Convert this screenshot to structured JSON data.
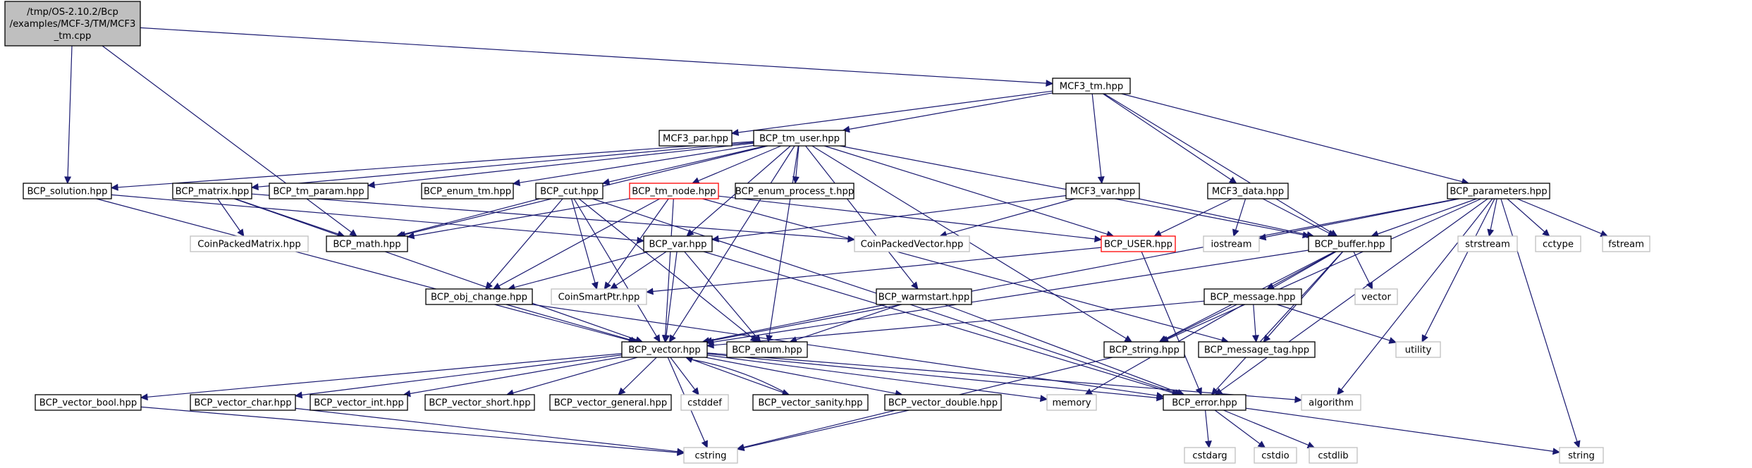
{
  "diagram": {
    "nodes": [
      {
        "id": "root",
        "lines": [
          "/tmp/OS-2.10.2/Bcp",
          "/examples/MCF-3/TM/MCF3",
          "_tm.cpp"
        ],
        "style": "root"
      },
      {
        "id": "mcf3_tm",
        "lines": [
          "MCF3_tm.hpp"
        ],
        "style": "normal"
      },
      {
        "id": "mcf3_par",
        "lines": [
          "MCF3_par.hpp"
        ],
        "style": "normal"
      },
      {
        "id": "bcp_tm_user",
        "lines": [
          "BCP_tm_user.hpp"
        ],
        "style": "normal"
      },
      {
        "id": "bcp_solution",
        "lines": [
          "BCP_solution.hpp"
        ],
        "style": "normal"
      },
      {
        "id": "bcp_matrix",
        "lines": [
          "BCP_matrix.hpp"
        ],
        "style": "normal"
      },
      {
        "id": "bcp_tm_param",
        "lines": [
          "BCP_tm_param.hpp"
        ],
        "style": "normal"
      },
      {
        "id": "bcp_enum_tm",
        "lines": [
          "BCP_enum_tm.hpp"
        ],
        "style": "normal"
      },
      {
        "id": "bcp_cut",
        "lines": [
          "BCP_cut.hpp"
        ],
        "style": "normal"
      },
      {
        "id": "bcp_tm_node",
        "lines": [
          "BCP_tm_node.hpp"
        ],
        "style": "red"
      },
      {
        "id": "bcp_enum_process_t",
        "lines": [
          "BCP_enum_process_t.hpp"
        ],
        "style": "normal"
      },
      {
        "id": "mcf3_var",
        "lines": [
          "MCF3_var.hpp"
        ],
        "style": "normal"
      },
      {
        "id": "mcf3_data",
        "lines": [
          "MCF3_data.hpp"
        ],
        "style": "normal"
      },
      {
        "id": "bcp_parameters",
        "lines": [
          "BCP_parameters.hpp"
        ],
        "style": "normal"
      },
      {
        "id": "coin_packed_matrix",
        "lines": [
          "CoinPackedMatrix.hpp"
        ],
        "style": "ext"
      },
      {
        "id": "bcp_math",
        "lines": [
          "BCP_math.hpp"
        ],
        "style": "normal"
      },
      {
        "id": "coin_packed_vector",
        "lines": [
          "CoinPackedVector.hpp"
        ],
        "style": "ext"
      },
      {
        "id": "bcp_var",
        "lines": [
          "BCP_var.hpp"
        ],
        "style": "normal"
      },
      {
        "id": "bcp_user",
        "lines": [
          "BCP_USER.hpp"
        ],
        "style": "red"
      },
      {
        "id": "iostream",
        "lines": [
          "iostream"
        ],
        "style": "ext"
      },
      {
        "id": "bcp_buffer",
        "lines": [
          "BCP_buffer.hpp"
        ],
        "style": "normal"
      },
      {
        "id": "strstream",
        "lines": [
          "strstream"
        ],
        "style": "ext"
      },
      {
        "id": "cctype",
        "lines": [
          "cctype"
        ],
        "style": "ext"
      },
      {
        "id": "fstream",
        "lines": [
          "fstream"
        ],
        "style": "ext"
      },
      {
        "id": "bcp_obj_change",
        "lines": [
          "BCP_obj_change.hpp"
        ],
        "style": "normal"
      },
      {
        "id": "coin_smart_ptr",
        "lines": [
          "CoinSmartPtr.hpp"
        ],
        "style": "ext"
      },
      {
        "id": "bcp_warmstart",
        "lines": [
          "BCP_warmstart.hpp"
        ],
        "style": "normal"
      },
      {
        "id": "bcp_message",
        "lines": [
          "BCP_message.hpp"
        ],
        "style": "normal"
      },
      {
        "id": "vector",
        "lines": [
          "vector"
        ],
        "style": "ext"
      },
      {
        "id": "bcp_vector",
        "lines": [
          "BCP_vector.hpp"
        ],
        "style": "normal"
      },
      {
        "id": "bcp_enum",
        "lines": [
          "BCP_enum.hpp"
        ],
        "style": "normal"
      },
      {
        "id": "bcp_string",
        "lines": [
          "BCP_string.hpp"
        ],
        "style": "normal"
      },
      {
        "id": "bcp_message_tag",
        "lines": [
          "BCP_message_tag.hpp"
        ],
        "style": "normal"
      },
      {
        "id": "utility",
        "lines": [
          "utility"
        ],
        "style": "ext"
      },
      {
        "id": "bcp_vector_bool",
        "lines": [
          "BCP_vector_bool.hpp"
        ],
        "style": "normal"
      },
      {
        "id": "bcp_vector_char",
        "lines": [
          "BCP_vector_char.hpp"
        ],
        "style": "normal"
      },
      {
        "id": "bcp_vector_int",
        "lines": [
          "BCP_vector_int.hpp"
        ],
        "style": "normal"
      },
      {
        "id": "bcp_vector_short",
        "lines": [
          "BCP_vector_short.hpp"
        ],
        "style": "normal"
      },
      {
        "id": "bcp_vector_general",
        "lines": [
          "BCP_vector_general.hpp"
        ],
        "style": "normal"
      },
      {
        "id": "cstddef",
        "lines": [
          "cstddef"
        ],
        "style": "ext"
      },
      {
        "id": "bcp_vector_sanity",
        "lines": [
          "BCP_vector_sanity.hpp"
        ],
        "style": "normal"
      },
      {
        "id": "bcp_vector_double",
        "lines": [
          "BCP_vector_double.hpp"
        ],
        "style": "normal"
      },
      {
        "id": "memory",
        "lines": [
          "memory"
        ],
        "style": "ext"
      },
      {
        "id": "bcp_error",
        "lines": [
          "BCP_error.hpp"
        ],
        "style": "normal"
      },
      {
        "id": "algorithm",
        "lines": [
          "algorithm"
        ],
        "style": "ext"
      },
      {
        "id": "cstring",
        "lines": [
          "cstring"
        ],
        "style": "ext"
      },
      {
        "id": "cstdarg",
        "lines": [
          "cstdarg"
        ],
        "style": "ext"
      },
      {
        "id": "cstdio",
        "lines": [
          "cstdio"
        ],
        "style": "ext"
      },
      {
        "id": "cstdlib",
        "lines": [
          "cstdlib"
        ],
        "style": "ext"
      },
      {
        "id": "string",
        "lines": [
          "string"
        ],
        "style": "ext"
      }
    ],
    "edges": [
      [
        "root",
        "mcf3_tm"
      ],
      [
        "root",
        "bcp_solution"
      ],
      [
        "root",
        "bcp_math"
      ],
      [
        "mcf3_tm",
        "mcf3_par"
      ],
      [
        "mcf3_tm",
        "bcp_tm_user"
      ],
      [
        "mcf3_tm",
        "mcf3_var"
      ],
      [
        "mcf3_tm",
        "mcf3_data"
      ],
      [
        "mcf3_tm",
        "bcp_parameters"
      ],
      [
        "mcf3_tm",
        "bcp_buffer"
      ],
      [
        "bcp_tm_user",
        "bcp_solution"
      ],
      [
        "bcp_tm_user",
        "bcp_matrix"
      ],
      [
        "bcp_tm_user",
        "bcp_tm_param"
      ],
      [
        "bcp_tm_user",
        "bcp_enum_tm"
      ],
      [
        "bcp_tm_user",
        "bcp_cut"
      ],
      [
        "bcp_tm_user",
        "bcp_tm_node"
      ],
      [
        "bcp_tm_user",
        "bcp_enum_process_t"
      ],
      [
        "bcp_tm_user",
        "bcp_math"
      ],
      [
        "bcp_tm_user",
        "bcp_var"
      ],
      [
        "bcp_tm_user",
        "bcp_user"
      ],
      [
        "bcp_tm_user",
        "bcp_buffer"
      ],
      [
        "bcp_tm_user",
        "bcp_vector"
      ],
      [
        "bcp_tm_user",
        "bcp_enum"
      ],
      [
        "bcp_tm_user",
        "bcp_string"
      ],
      [
        "bcp_tm_user",
        "bcp_warmstart"
      ],
      [
        "bcp_solution",
        "bcp_var"
      ],
      [
        "bcp_solution",
        "bcp_vector"
      ],
      [
        "bcp_matrix",
        "coin_packed_matrix"
      ],
      [
        "bcp_matrix",
        "bcp_math"
      ],
      [
        "bcp_matrix",
        "coin_packed_vector"
      ],
      [
        "bcp_matrix",
        "bcp_vector"
      ],
      [
        "bcp_cut",
        "bcp_math"
      ],
      [
        "bcp_cut",
        "bcp_obj_change"
      ],
      [
        "bcp_cut",
        "coin_smart_ptr"
      ],
      [
        "bcp_cut",
        "bcp_vector"
      ],
      [
        "bcp_cut",
        "bcp_enum"
      ],
      [
        "bcp_cut",
        "bcp_error"
      ],
      [
        "bcp_tm_node",
        "bcp_math"
      ],
      [
        "bcp_tm_node",
        "bcp_user"
      ],
      [
        "bcp_tm_node",
        "bcp_obj_change"
      ],
      [
        "bcp_tm_node",
        "coin_smart_ptr"
      ],
      [
        "bcp_tm_node",
        "bcp_vector"
      ],
      [
        "bcp_tm_node",
        "bcp_message_tag"
      ],
      [
        "mcf3_var",
        "bcp_var"
      ],
      [
        "mcf3_var",
        "coin_packed_vector"
      ],
      [
        "mcf3_var",
        "bcp_buffer"
      ],
      [
        "mcf3_data",
        "bcp_user"
      ],
      [
        "mcf3_data",
        "iostream"
      ],
      [
        "mcf3_data",
        "bcp_buffer"
      ],
      [
        "bcp_parameters",
        "iostream"
      ],
      [
        "bcp_parameters",
        "bcp_buffer"
      ],
      [
        "bcp_parameters",
        "strstream"
      ],
      [
        "bcp_parameters",
        "cctype"
      ],
      [
        "bcp_parameters",
        "fstream"
      ],
      [
        "bcp_parameters",
        "utility"
      ],
      [
        "bcp_parameters",
        "algorithm"
      ],
      [
        "bcp_parameters",
        "string"
      ],
      [
        "bcp_parameters",
        "bcp_string"
      ],
      [
        "bcp_parameters",
        "bcp_vector"
      ],
      [
        "bcp_parameters",
        "bcp_error"
      ],
      [
        "bcp_var",
        "bcp_obj_change"
      ],
      [
        "bcp_var",
        "coin_smart_ptr"
      ],
      [
        "bcp_var",
        "bcp_vector"
      ],
      [
        "bcp_var",
        "bcp_enum"
      ],
      [
        "bcp_var",
        "bcp_error"
      ],
      [
        "bcp_user",
        "coin_smart_ptr"
      ],
      [
        "bcp_user",
        "bcp_error"
      ],
      [
        "bcp_buffer",
        "bcp_message"
      ],
      [
        "bcp_buffer",
        "vector"
      ],
      [
        "bcp_buffer",
        "bcp_string"
      ],
      [
        "bcp_buffer",
        "bcp_message_tag"
      ],
      [
        "bcp_buffer",
        "bcp_error"
      ],
      [
        "bcp_buffer",
        "memory"
      ],
      [
        "bcp_buffer",
        "bcp_vector"
      ],
      [
        "bcp_obj_change",
        "bcp_vector"
      ],
      [
        "bcp_obj_change",
        "bcp_error"
      ],
      [
        "bcp_warmstart",
        "bcp_vector"
      ],
      [
        "bcp_warmstart",
        "bcp_enum"
      ],
      [
        "bcp_warmstart",
        "bcp_error"
      ],
      [
        "bcp_message",
        "bcp_string"
      ],
      [
        "bcp_message",
        "bcp_message_tag"
      ],
      [
        "bcp_message",
        "utility"
      ],
      [
        "bcp_message",
        "bcp_vector"
      ],
      [
        "bcp_vector",
        "bcp_vector_bool"
      ],
      [
        "bcp_vector",
        "bcp_vector_char"
      ],
      [
        "bcp_vector",
        "bcp_vector_int"
      ],
      [
        "bcp_vector",
        "bcp_vector_short"
      ],
      [
        "bcp_vector",
        "bcp_vector_general"
      ],
      [
        "bcp_vector",
        "cstddef"
      ],
      [
        "bcp_vector",
        "bcp_vector_sanity"
      ],
      [
        "bcp_vector",
        "bcp_vector_double"
      ],
      [
        "bcp_vector",
        "memory"
      ],
      [
        "bcp_vector",
        "bcp_error"
      ],
      [
        "bcp_vector",
        "algorithm"
      ],
      [
        "bcp_vector",
        "cstring"
      ],
      [
        "bcp_vector_sanity",
        "bcp_vector"
      ],
      [
        "bcp_string",
        "cstring"
      ],
      [
        "bcp_vector_bool",
        "cstring"
      ],
      [
        "bcp_vector_char",
        "cstring"
      ],
      [
        "bcp_vector_double",
        "cstring"
      ],
      [
        "bcp_error",
        "cstdarg"
      ],
      [
        "bcp_error",
        "cstdio"
      ],
      [
        "bcp_error",
        "cstdlib"
      ],
      [
        "bcp_error",
        "string"
      ]
    ]
  }
}
